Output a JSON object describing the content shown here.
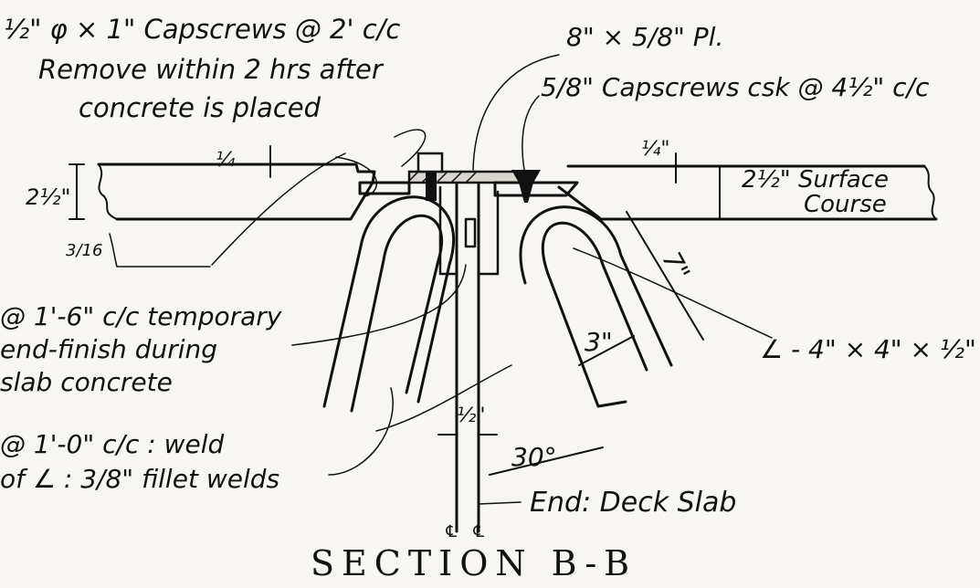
{
  "title": "SECTION B-B",
  "annotations": {
    "capscrews_top": "½\" φ × 1\" Capscrews @ 2' c/c",
    "remove_line1": "Remove within 2 hrs after",
    "remove_line2": "concrete is placed",
    "plate": "8\" × 5/8\" Pl.",
    "capscrews_csk": "5/8\" Capscrews csk @ 4½\" c/c",
    "quarter_left": "¼",
    "quarter_right": "¼\"",
    "depth_left": "2½\"",
    "surface_course_1": "2½\" Surface",
    "surface_course_2": "Course",
    "three_sixteenths": "3/16",
    "temporary_1": "@ 1'-6\" c/c temporary",
    "temporary_2": "end-finish during",
    "temporary_3": "slab concrete",
    "weld_1": "@ 1'-0\" c/c : weld",
    "weld_2": "of ∠ : 3/8\" fillet welds",
    "seven_inch": "7\"",
    "three_inch": "3\"",
    "half_inch": "½\"",
    "angle_30": "30°",
    "angle_section": "∠ - 4\" × 4\" × ½\"",
    "end_deck": "End: Deck Slab",
    "cl_left": "℄",
    "cl_right": "℄"
  }
}
